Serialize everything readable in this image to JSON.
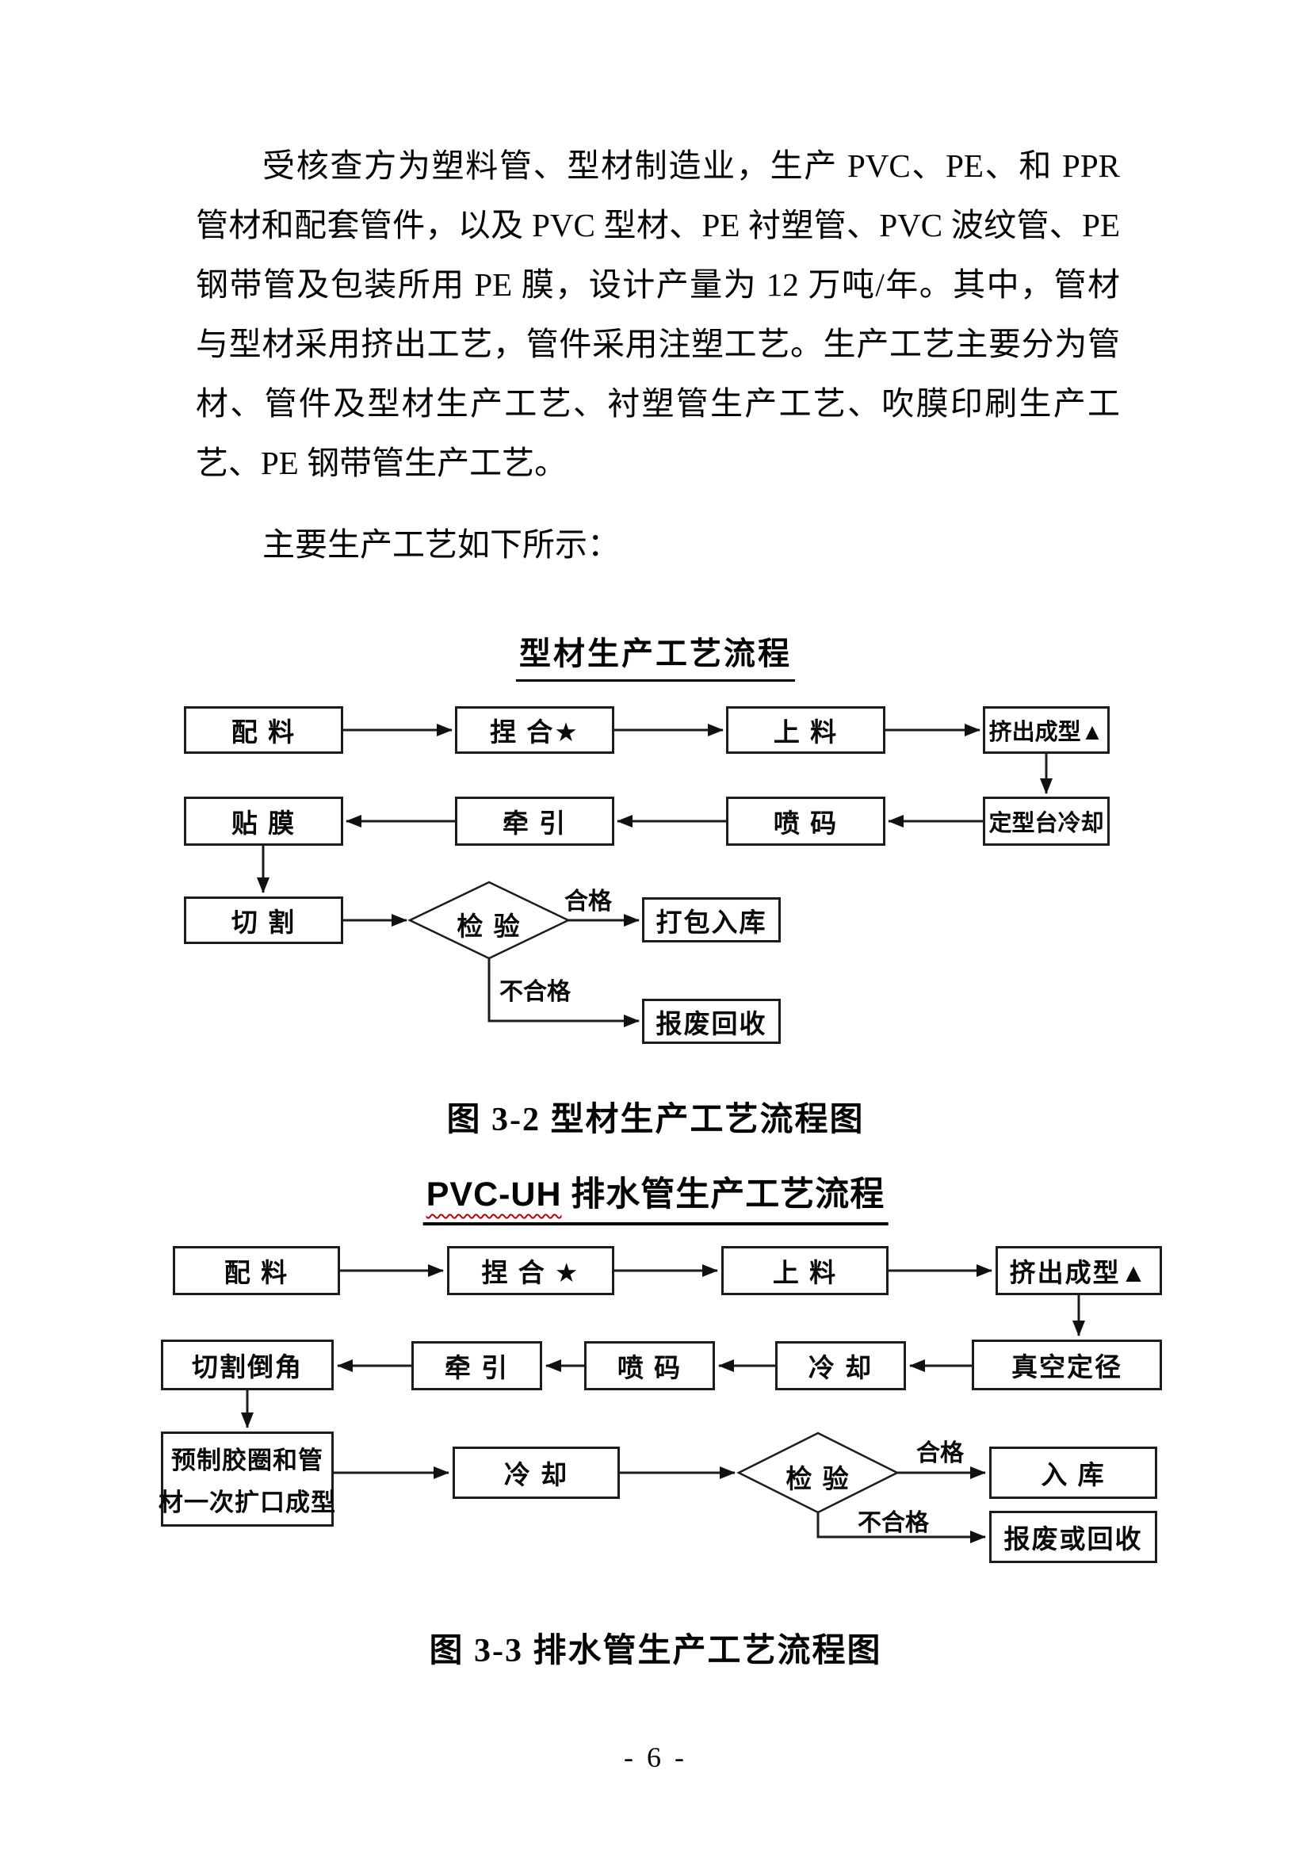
{
  "document": {
    "page_number": "- 6 -",
    "paragraphs": {
      "main": "受核查方为塑料管、型材制造业，生产 PVC、PE、和 PPR 管材和配套管件，以及 PVC 型材、PE 衬塑管、PVC 波纹管、PE 钢带管及包装所用 PE 膜，设计产量为 12 万吨/年。其中，管材与型材采用挤出工艺，管件采用注塑工艺。生产工艺主要分为管材、管件及型材生产工艺、衬塑管生产工艺、吹膜印刷生产工艺、PE 钢带管生产工艺。",
      "intro": "主要生产工艺如下所示："
    }
  },
  "flow1": {
    "title": "型材生产工艺流程",
    "caption": "图 3-2 型材生产工艺流程图",
    "nodes": {
      "peiliao": "配 料",
      "niehe": "捏 合★",
      "shangliao": "上 料",
      "jichucheng": "挤出成型▲",
      "tiemo": "贴 膜",
      "qianyin": "牵 引",
      "penma": "喷 码",
      "dingxing": "定型台冷却",
      "qiege": "切 割",
      "jianyan": "检 验",
      "dabao": "打包入库",
      "baofei": "报废回收"
    },
    "labels": {
      "pass": "合格",
      "fail": "不合格"
    }
  },
  "flow2": {
    "title_latin": "PVC-UH",
    "title_cjk": " 排水管生产工艺流程",
    "caption": "图 3-3 排水管生产工艺流程图",
    "nodes": {
      "peiliao": "配 料",
      "niehe": "捏 合 ★",
      "shangliao": "上 料",
      "jichucheng": "挤出成型▲",
      "qiegedaojiao": "切割倒角",
      "qianyin": "牵 引",
      "penma": "喷 码",
      "lengque1": "冷 却",
      "zhenkong": "真空定径",
      "yuzhi_line1": "预制胶圈和管",
      "yuzhi_line2": "材一次扩口成型",
      "lengque2": "冷 却",
      "jianyan": "检 验",
      "ruku": "入 库",
      "baofei": "报废或回收"
    },
    "labels": {
      "pass": "合格",
      "fail": "不合格"
    }
  }
}
